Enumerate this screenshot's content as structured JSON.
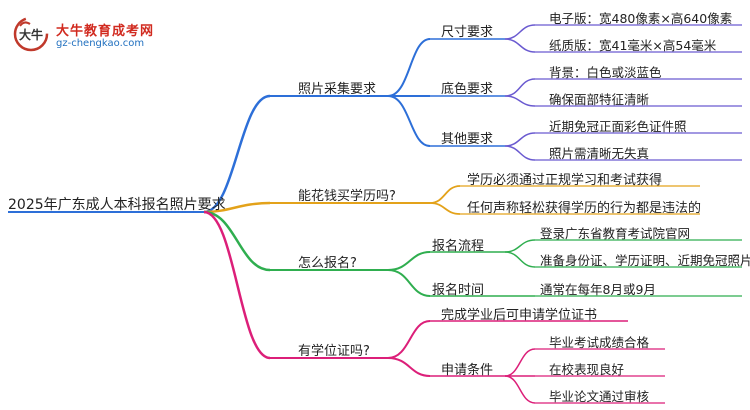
{
  "logo": {
    "brand": "大牛教育成考网",
    "domain": "gz-chengkao.com",
    "mark_glyph": "大牛",
    "colors": {
      "brand": "#d12a1f",
      "domain": "#1f6fbf",
      "mark": "#c0392b"
    }
  },
  "mindmap": {
    "root": "2025年广东成人本科报名照片要求",
    "colors": {
      "branch1": "#2d6fd8",
      "branch2": "#e3a21a",
      "branch3": "#2fae4f",
      "branch4": "#dc1f79",
      "l3": "#6a5ad0"
    },
    "branches": [
      {
        "label": "照片采集要求",
        "children": [
          {
            "label": "尺寸要求",
            "children": [
              "电子版：宽480像素×高640像素",
              "纸质版：宽41毫米×高54毫米"
            ]
          },
          {
            "label": "底色要求",
            "children": [
              "背景：白色或淡蓝色",
              "确保面部特征清晰"
            ]
          },
          {
            "label": "其他要求",
            "children": [
              "近期免冠正面彩色证件照",
              "照片需清晰无失真"
            ]
          }
        ]
      },
      {
        "label": "能花钱买学历吗?",
        "children": [
          {
            "label": "学历必须通过正规学习和考试获得"
          },
          {
            "label": "任何声称轻松获得学历的行为都是违法的"
          }
        ]
      },
      {
        "label": "怎么报名?",
        "children": [
          {
            "label": "报名流程",
            "children": [
              "登录广东省教育考试院官网",
              "准备身份证、学历证明、近期免冠照片"
            ]
          },
          {
            "label": "报名时间",
            "children": [
              "通常在每年8月或9月"
            ]
          }
        ]
      },
      {
        "label": "有学位证吗?",
        "children": [
          {
            "label": "完成学业后可申请学位证书"
          },
          {
            "label": "申请条件",
            "children": [
              "毕业考试成绩合格",
              "在校表现良好",
              "毕业论文通过审核"
            ]
          }
        ]
      }
    ]
  }
}
